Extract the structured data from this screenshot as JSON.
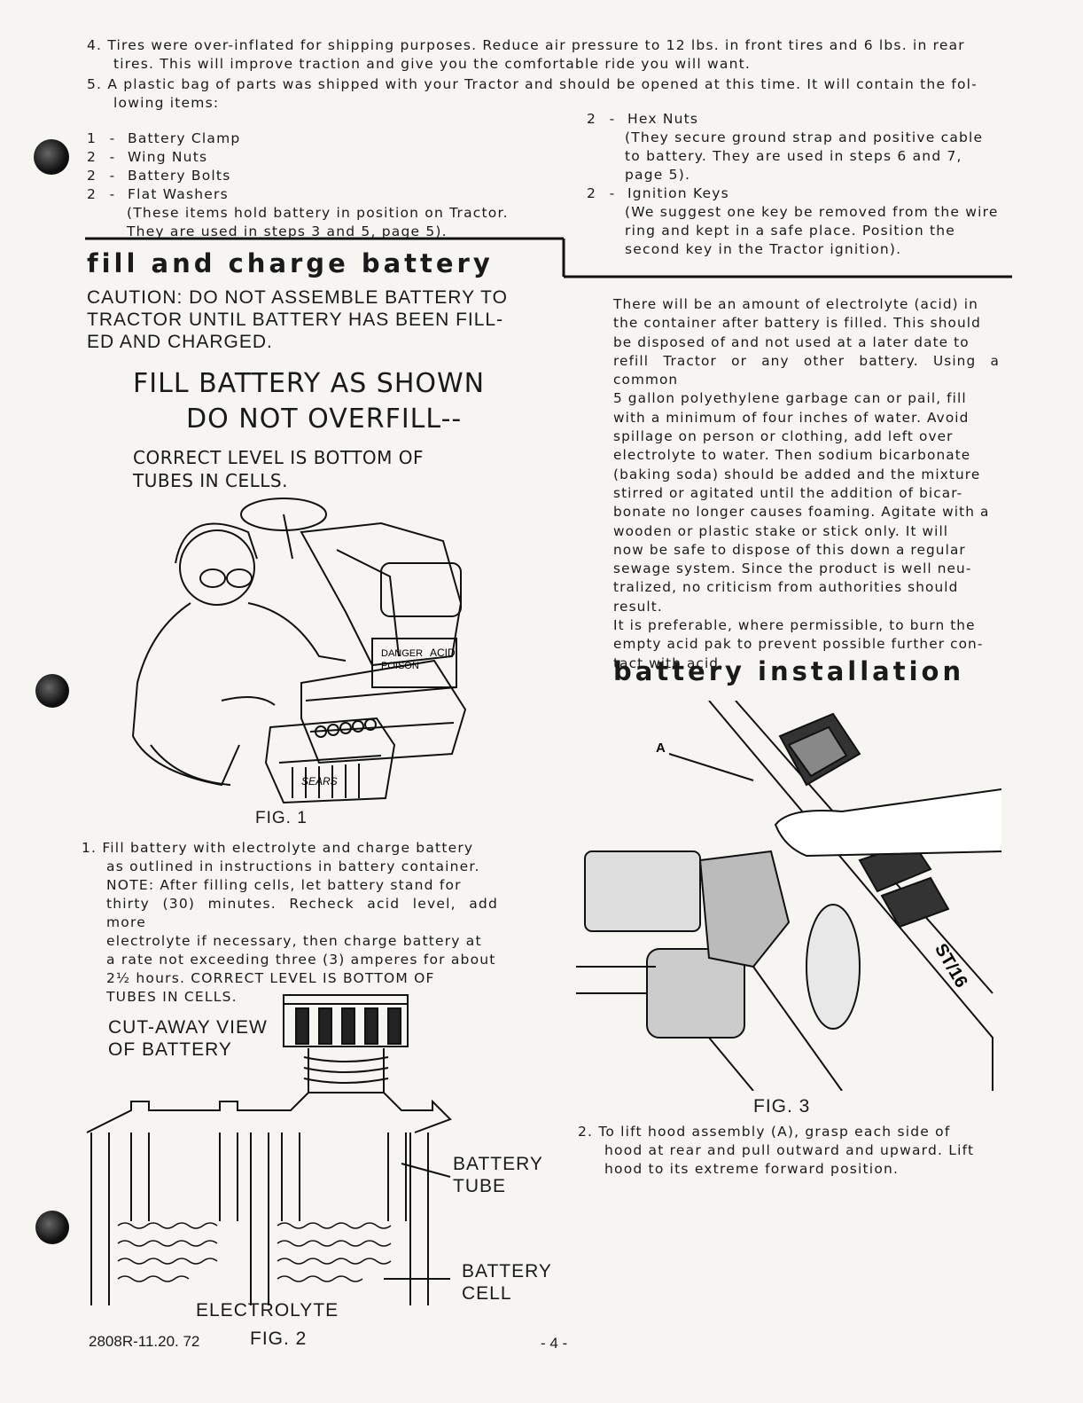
{
  "top_items": {
    "item4": "4.  Tires were over-inflated for shipping purposes. Reduce air pressure to 12 lbs. in front tires and 6 lbs. in rear",
    "item4_cont": "tires. This will improve traction and give you the comfortable ride you will want.",
    "item5": "5.  A plastic bag of parts was shipped with your Tractor and should be opened at this time. It will contain the fol-",
    "item5_cont": "lowing items:"
  },
  "parts_left": [
    {
      "qty": "1",
      "dash": "-",
      "name": "Battery Clamp"
    },
    {
      "qty": "2",
      "dash": "-",
      "name": "Wing Nuts"
    },
    {
      "qty": "2",
      "dash": "-",
      "name": "Battery Bolts"
    },
    {
      "qty": "2",
      "dash": "-",
      "name": "Flat Washers"
    }
  ],
  "parts_left_note1": "(These items hold battery in position on Tractor.",
  "parts_left_note2": "They are used in steps 3 and 5, page 5).",
  "parts_right": [
    {
      "qty": "2",
      "dash": "-",
      "name": "Hex Nuts"
    },
    {
      "qty": "2",
      "dash": "-",
      "name": "Ignition Keys"
    }
  ],
  "hex_note": [
    "(They secure ground strap and positive cable",
    "to battery. They are used in steps 6 and 7,",
    "page 5)."
  ],
  "keys_note": [
    "(We suggest one key be removed from the wire",
    "ring and kept in a safe place. Position the",
    "second key in the Tractor ignition)."
  ],
  "section_fill": "fill  and  charge  battery",
  "caution": [
    "CAUTION: DO NOT ASSEMBLE BATTERY TO",
    "TRACTOR UNTIL BATTERY HAS BEEN FILL-",
    "ED AND CHARGED."
  ],
  "fig1_hand": {
    "line1": "FILL BATTERY AS SHOWN",
    "line2": "DO NOT OVERFILL--",
    "line3": "CORRECT  LEVEL IS  BOTTOM OF",
    "line4": "TUBES IN CELLS."
  },
  "fig1_box_text": [
    "DANGER",
    "POISON",
    "ACID"
  ],
  "fig1_battery_brand": "SEARS",
  "fig1_caption": "FIG. 1",
  "step1": [
    "1.  Fill battery with electrolyte and charge battery",
    "as outlined in instructions in battery container.",
    "NOTE: After filling cells, let battery stand for",
    "thirty (30) minutes. Recheck acid level, add more",
    "electrolyte if necessary, then charge battery at",
    "a rate not exceeding three (3) amperes for about",
    "2½ hours. CORRECT LEVEL IS BOTTOM OF",
    "TUBES IN CELLS."
  ],
  "fig2": {
    "cutaway": [
      "CUT-AWAY VIEW",
      "OF BATTERY"
    ],
    "tube": [
      "BATTERY",
      "TUBE"
    ],
    "cell": [
      "BATTERY",
      "CELL"
    ],
    "electrolyte": "ELECTROLYTE",
    "caption": "FIG. 2"
  },
  "footer": {
    "code": "2808R-11.20. 72",
    "page": "- 4 -"
  },
  "electrolyte_para": [
    "There will be an amount of electrolyte (acid) in",
    "the container after battery is filled. This should",
    "be disposed of and not used at a later date to",
    "refill Tractor or any other battery. Using a common",
    "5 gallon polyethylene garbage can or pail, fill",
    "with a minimum of four inches of water. Avoid",
    "spillage on person or clothing, add left over",
    "electrolyte to water. Then sodium bicarbonate",
    "(baking soda) should be added and the mixture",
    "stirred or agitated until the addition of bicar-",
    "bonate no longer causes foaming. Agitate with a",
    "wooden or plastic stake or stick only. It will",
    "now be safe to dispose of this down a regular",
    "sewage system. Since the product is well neu-",
    "tralized, no criticism from authorities should",
    "result."
  ],
  "burn_para": [
    "It is preferable, where permissible, to burn the",
    "empty acid pak to prevent possible further con-",
    "tact with acid."
  ],
  "section_install": "battery  installation",
  "fig3": {
    "label_a": "A",
    "hood_mark": "ST/16",
    "caption": "FIG. 3"
  },
  "step2": [
    "2.  To lift hood assembly (A), grasp each side of",
    "hood at rear and pull outward and upward. Lift",
    "hood to its extreme forward position."
  ]
}
